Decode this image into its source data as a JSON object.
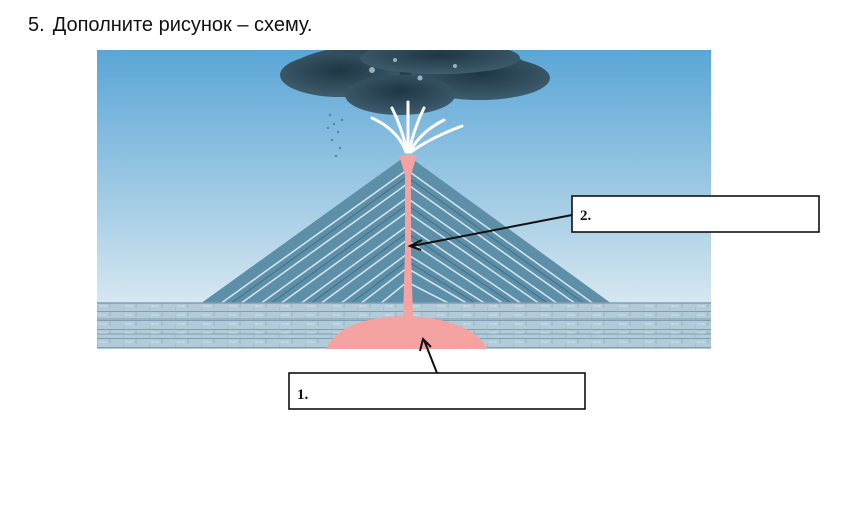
{
  "task": {
    "number": "5.",
    "title": "Дополните рисунок – схему."
  },
  "labels": [
    {
      "number": "2.",
      "answer": ""
    },
    {
      "number": "1.",
      "answer": ""
    }
  ],
  "colors": {
    "sky_top": "#5aa6d6",
    "sky_bottom": "#e9f1f5",
    "cone": "#5e8fa8",
    "cone_stripe": "#cfe3ec",
    "ground": "#b3cbd8",
    "ground_line": "#7f9fb2",
    "magma": "#f4a2a2",
    "smoke": "#2f4a5a",
    "box_border": "#111111"
  }
}
